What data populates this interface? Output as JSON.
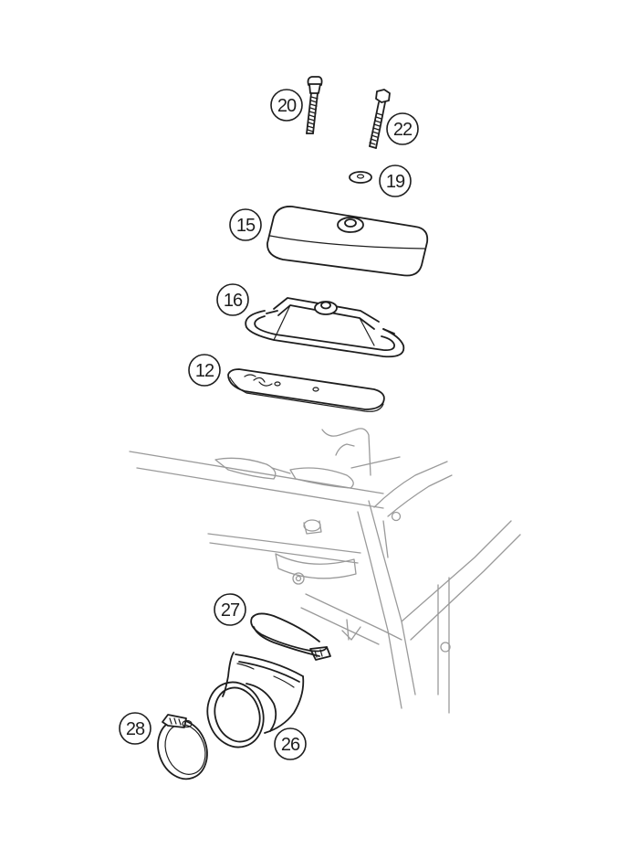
{
  "callouts": {
    "c20": "20",
    "c22": "22",
    "c19": "19",
    "c15": "15",
    "c16": "16",
    "c12": "12",
    "c27": "27",
    "c28": "28",
    "c26": "26"
  },
  "colors": {
    "line": "#1e1e1e",
    "frame": "#9a9a9a",
    "foam_dots": "#555555",
    "background": "#ffffff"
  },
  "parts": [
    "wing-bolt",
    "hex-bolt",
    "washer",
    "air-filter-foam",
    "filter-cage",
    "filter-base-plate",
    "hose-clamp",
    "intake-boot",
    "hose-clamp-small"
  ]
}
